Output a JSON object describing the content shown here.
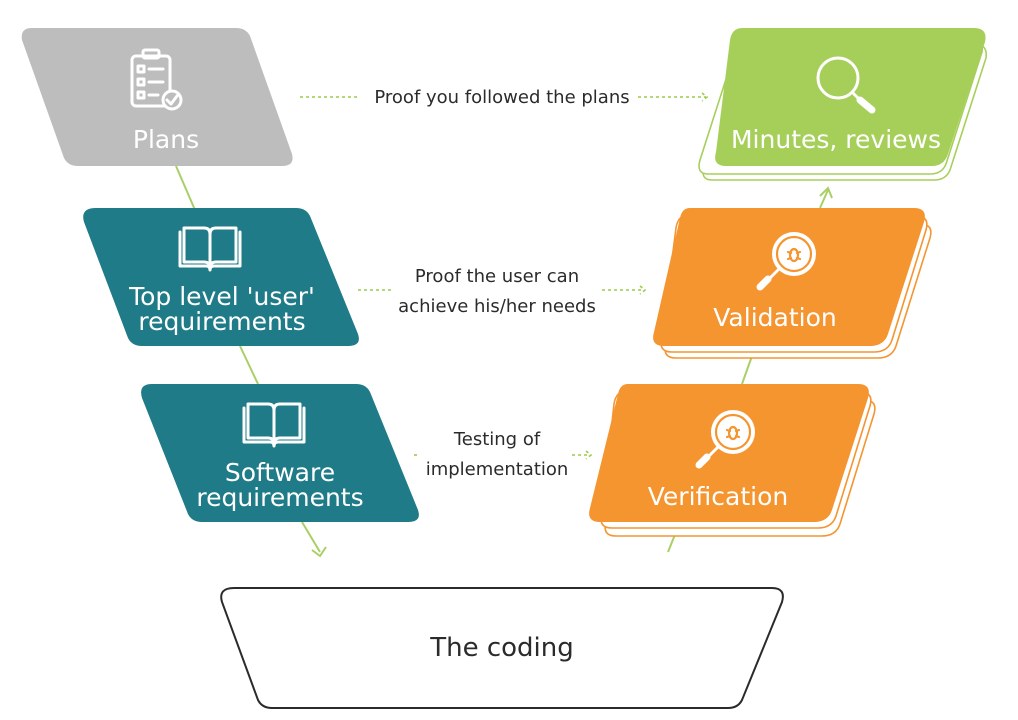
{
  "diagram": {
    "plans": {
      "label": "Plans",
      "icon": "checklist-clipboard-icon",
      "color": "#bdbdbd"
    },
    "user_req": {
      "label_line1": "Top  level 'user'",
      "label_line2": "requirements",
      "icon": "open-book-icon",
      "color": "#1e7b87"
    },
    "software_req": {
      "label_line1": "Software",
      "label_line2": "requirements",
      "icon": "open-book-icon",
      "color": "#1e7b87"
    },
    "minutes": {
      "label": "Minutes, reviews",
      "icon": "magnifier-icon",
      "color": "#a6cf5a"
    },
    "validation": {
      "label": "Validation",
      "icon": "bug-magnifier-icon",
      "color": "#f49530"
    },
    "verification": {
      "label": "Verification",
      "icon": "bug-magnifier-icon",
      "color": "#f49530"
    },
    "coding": {
      "label": "The coding"
    },
    "connections": {
      "plans_minutes": "Proof you followed the plans",
      "user_validation_line1": "Proof the user can",
      "user_validation_line2": "achieve his/her needs",
      "software_verification_line1": "Testing of",
      "software_verification_line2": "implementation"
    },
    "accent_line_color": "#a9cf65"
  }
}
